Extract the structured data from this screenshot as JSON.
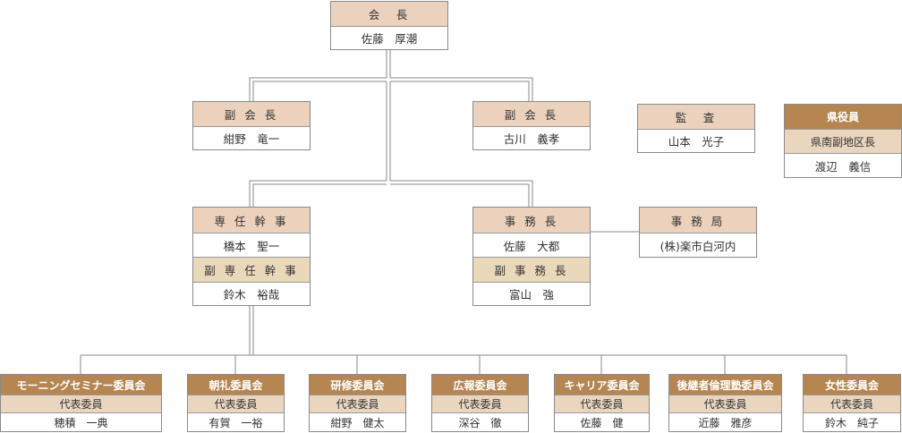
{
  "president": {
    "title": "会　長",
    "name": "佐藤　厚潮"
  },
  "vice_presidents": [
    {
      "title": "副 会 長",
      "name": "紺野　竜一"
    },
    {
      "title": "副 会 長",
      "name": "古川　義孝"
    }
  ],
  "auditor": {
    "title": "監　査",
    "name": "山本　光子"
  },
  "prefecture_officer": {
    "header": "県役員",
    "role": "県南副地区長",
    "name": "渡辺　義信"
  },
  "executive_secretary": {
    "title": "専 任 幹 事",
    "name": "橋本　聖一",
    "deputy_title": "副 専 任 幹 事",
    "deputy_name": "鈴木　裕哉"
  },
  "secretary_general": {
    "title": "事 務 長",
    "name": "佐藤　大都",
    "deputy_title": "副 事 務 長",
    "deputy_name": "富山　強"
  },
  "office": {
    "title": "事 務 局",
    "name": "(株)楽市白河内"
  },
  "committees": [
    {
      "name": "モーニングセミナー委員会",
      "role": "代表委員",
      "member": "穂積　一典"
    },
    {
      "name": "朝礼委員会",
      "role": "代表委員",
      "member": "有賀　一裕"
    },
    {
      "name": "研修委員会",
      "role": "代表委員",
      "member": "紺野　健太"
    },
    {
      "name": "広報委員会",
      "role": "代表委員",
      "member": "深谷　徹"
    },
    {
      "name": "キャリア委員会",
      "role": "代表委員",
      "member": "佐藤　健"
    },
    {
      "name": "後継者倫理塾委員会",
      "role": "代表委員",
      "member": "近藤　雅彦"
    },
    {
      "name": "女性委員会",
      "role": "代表委員",
      "member": "鈴木　純子"
    }
  ],
  "colors": {
    "header_light": "#ecd2bc",
    "header_dark": "#b58652",
    "line": "#8a8a8a"
  }
}
